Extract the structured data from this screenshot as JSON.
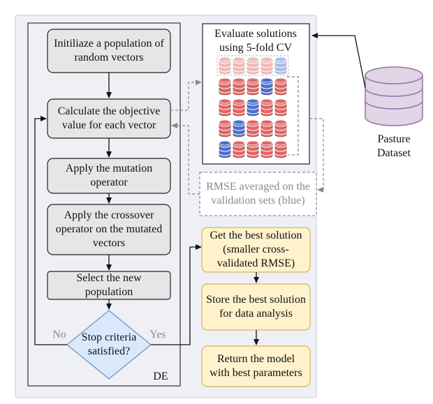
{
  "de_steps": {
    "init": "Initiliaze a population of random vectors",
    "objective": "Calculate the objective value for each vector",
    "mutation": "Apply the mutation operator",
    "crossover": "Apply the crossover operator on the mutated vectors",
    "select": "Select the new population",
    "stop": "Stop criteria satisfied?",
    "no_label": "No",
    "yes_label": "Yes",
    "container_label": "DE"
  },
  "cv": {
    "title": "Evaluate solutions using 5-fold CV",
    "rmse_label": "RMSE averaged on the validation sets (blue)",
    "rows": [
      [
        "red",
        "red",
        "red",
        "red",
        "blue"
      ],
      [
        "red",
        "red",
        "red",
        "blue",
        "red"
      ],
      [
        "red",
        "red",
        "blue",
        "red",
        "red"
      ],
      [
        "red",
        "blue",
        "red",
        "red",
        "red"
      ],
      [
        "blue",
        "red",
        "red",
        "red",
        "red"
      ]
    ]
  },
  "dataset": {
    "label": "Pasture Dataset"
  },
  "best": {
    "get": "Get the best solution (smaller cross-validated RMSE)",
    "store": "Store the best solution for data analysis",
    "return": "Return the model with best parameters"
  },
  "colors": {
    "box_fill": "#e6e6e6",
    "outer_fill": "#eef0f6",
    "yellow_fill": "#fff2cc",
    "yellow_stroke": "#d6b656",
    "diamond_fill": "#dae8fc",
    "diamond_stroke": "#6c8ebf",
    "db_red": "#e06666",
    "db_blue": "#4a6fd1",
    "dataset_fill": "#e1d5e7",
    "dataset_stroke": "#9673a6"
  }
}
